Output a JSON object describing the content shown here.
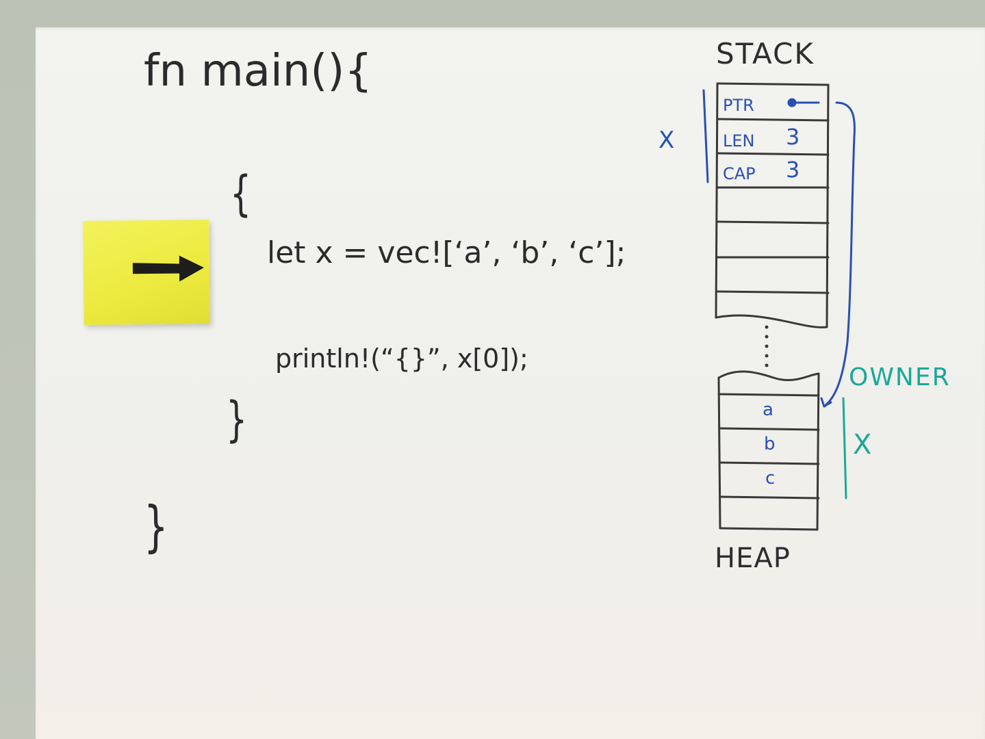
{
  "code": {
    "fn_line": "fn main(){",
    "inner_open_brace": "{",
    "let_line": "let x = vec![‘a’, ‘b’, ‘c’];",
    "println_line": "println!(“{}”, x[0]);",
    "inner_close_brace": "}",
    "outer_close_brace": "}"
  },
  "stack": {
    "title": "STACK",
    "variable_label": "X",
    "cells": [
      {
        "field": "PTR",
        "value": ""
      },
      {
        "field": "LEN",
        "value": "3"
      },
      {
        "field": "CAP",
        "value": "3"
      }
    ]
  },
  "heap": {
    "title": "HEAP",
    "owner_label": "OWNER",
    "variable_label": "X",
    "cells": [
      "a",
      "b",
      "c"
    ]
  },
  "colors": {
    "ink": "#2b2a2c",
    "blue_marker": "#2a4fb3",
    "teal_marker": "#1aa89a",
    "sticky_note": "#eeec45"
  },
  "icons": {
    "sticky_arrow": "right-arrow-icon"
  }
}
